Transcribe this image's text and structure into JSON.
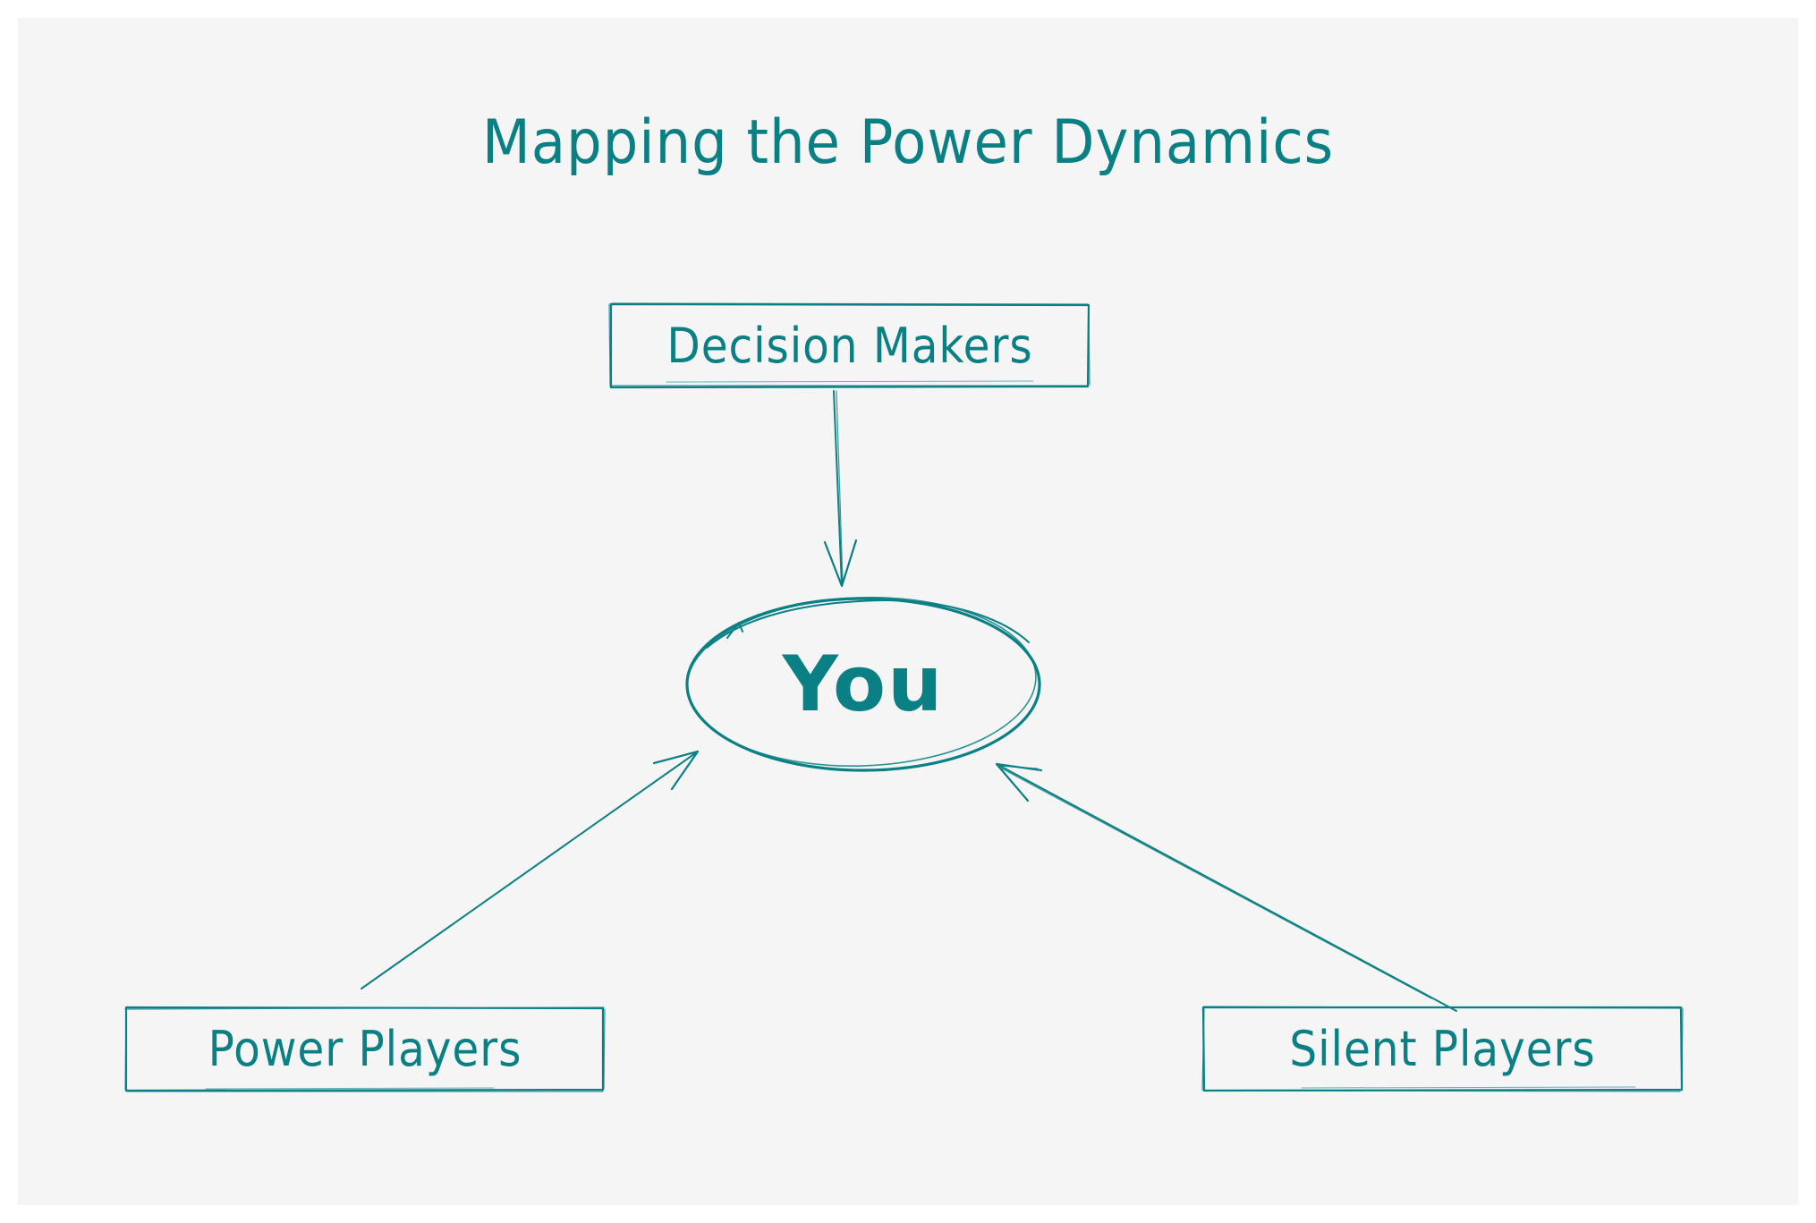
{
  "diagram": {
    "title": "Mapping the Power Dynamics",
    "center_node": {
      "id": "you",
      "label": "You",
      "shape": "ellipse"
    },
    "nodes": [
      {
        "id": "decision-makers",
        "label": "Decision Makers",
        "shape": "rectangle"
      },
      {
        "id": "power-players",
        "label": "Power Players",
        "shape": "rectangle"
      },
      {
        "id": "silent-players",
        "label": "Silent Players",
        "shape": "rectangle"
      }
    ],
    "edges": [
      {
        "from": "decision-makers",
        "to": "you",
        "arrow": "end"
      },
      {
        "from": "power-players",
        "to": "you",
        "arrow": "end"
      },
      {
        "from": "silent-players",
        "to": "you",
        "arrow": "end"
      }
    ],
    "colors": {
      "stroke": "#0a8084",
      "text": "#0a8084",
      "canvas_background": "#f5f5f5",
      "page_background": "#ffffff"
    }
  }
}
